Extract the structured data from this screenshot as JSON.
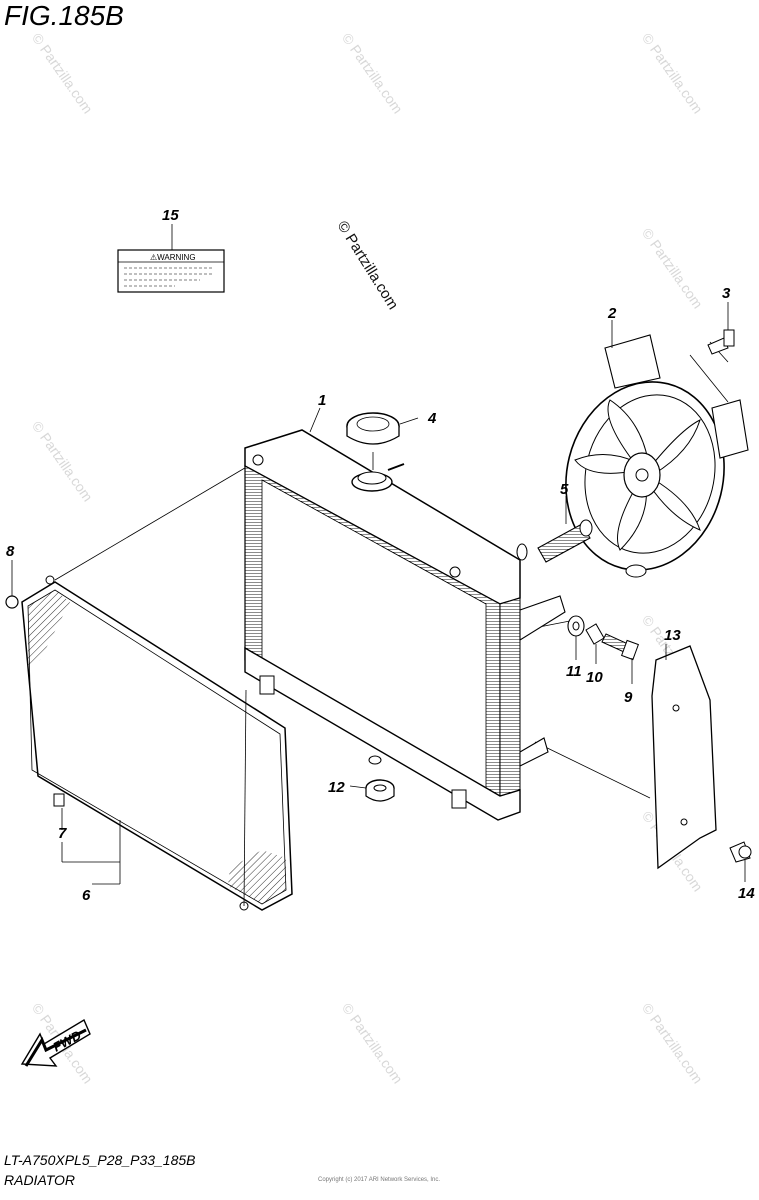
{
  "figure": {
    "title": "FIG.185B",
    "model_code": "LT-A750XPL5_P28_P33_185B",
    "name": "RADIATOR",
    "copyright": "Copyright (c) 2017 ARI Network Services, Inc."
  },
  "watermark": "© Partzilla.com",
  "label": {
    "text": "⚠WARNING"
  },
  "fwd": "FWD",
  "callouts": {
    "c1": "1",
    "c2": "2",
    "c3": "3",
    "c4": "4",
    "c5": "5",
    "c6": "6",
    "c7": "7",
    "c8": "8",
    "c9": "9",
    "c10": "10",
    "c11": "11",
    "c12": "12",
    "c13": "13",
    "c14": "14",
    "c15": "15"
  }
}
